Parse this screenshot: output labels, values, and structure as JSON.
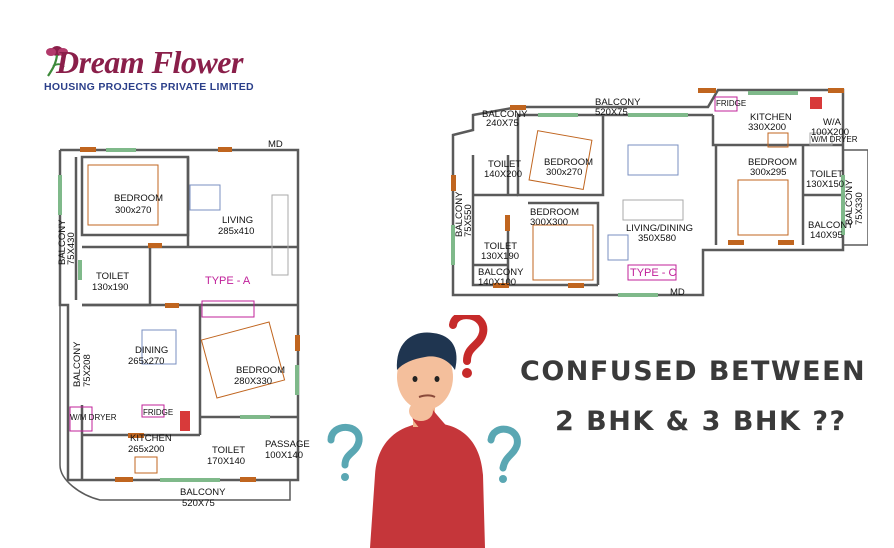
{
  "colors": {
    "brand": "#8a1f4a",
    "subtitle": "#2b3f8a",
    "headline": "#3a3a3a",
    "wall": "#5a5a5a",
    "door": "#c0651f",
    "window": "#7fb98a",
    "type_label": "#c0209a",
    "question": "#5aa7b3"
  },
  "logo": {
    "word1": "Dream",
    "word2": "Flower",
    "subtitle": "HOUSING PROJECTS PRIVATE LIMITED",
    "icon": "flower-icon"
  },
  "headline": {
    "line1": "CONFUSED BETWEEN",
    "line2": "2 BHK & 3 BHK ??"
  },
  "plan_a": {
    "type": "TYPE - A",
    "md": "MD",
    "bedroom1": {
      "name": "BEDROOM",
      "size": "300x270"
    },
    "living": {
      "name": "LIVING",
      "size": "285x410"
    },
    "balcony1": {
      "name": "BALCONY",
      "size": "75X430"
    },
    "toilet1": {
      "name": "TOILET",
      "size": "130x190"
    },
    "dining": {
      "name": "DINING",
      "size": "265x270"
    },
    "bedroom2": {
      "name": "BEDROOM",
      "size": "280X330"
    },
    "balcony2": {
      "name": "BALCONY",
      "size": "75X208"
    },
    "wm": "W/M DRYER",
    "fridge": "FRIDGE",
    "kitchen": {
      "name": "KITCHEN",
      "size": "265x200"
    },
    "toilet2": {
      "name": "TOILET",
      "size": "170X140"
    },
    "passage": {
      "name": "PASSAGE",
      "size": "100X140"
    },
    "balcony3": {
      "name": "BALCONY",
      "size": "520X75"
    }
  },
  "plan_c": {
    "type": "TYPE - C",
    "md": "MD",
    "balcony_top": {
      "name": "BALCONY",
      "size": "520X75"
    },
    "balcony_tl": {
      "name": "BALCONY",
      "size": "240X75"
    },
    "fridge": "FRIDGE",
    "kitchen": {
      "name": "KITCHEN",
      "size": "330X200"
    },
    "wa": {
      "name": "W/A",
      "size": "100X200"
    },
    "wm": "W/M DRYER",
    "toilet1": {
      "name": "TOILET",
      "size": "140X200"
    },
    "bedroom1": {
      "name": "BEDROOM",
      "size": "300x270"
    },
    "bedroom3": {
      "name": "BEDROOM",
      "size": "300x295"
    },
    "toilet3": {
      "name": "TOILET",
      "size": "130X150"
    },
    "balcony_right": {
      "name": "BALCONY",
      "size": "75X330"
    },
    "balcony_left": {
      "name": "BALCONY",
      "size": "75X550"
    },
    "bedroom2": {
      "name": "BEDROOM",
      "size": "300X300"
    },
    "living": {
      "name": "LIVING/DINING",
      "size": "350X580"
    },
    "balcony_r2": {
      "name": "BALCONY",
      "size": "140X95"
    },
    "toilet2": {
      "name": "TOILET",
      "size": "130X190"
    },
    "balcony_bl": {
      "name": "BALCONY",
      "size": "140X100"
    }
  },
  "figure": {
    "icon": "thinking-person-illustration",
    "marks": [
      "question-mark-icon",
      "question-mark-icon",
      "question-mark-icon"
    ]
  }
}
